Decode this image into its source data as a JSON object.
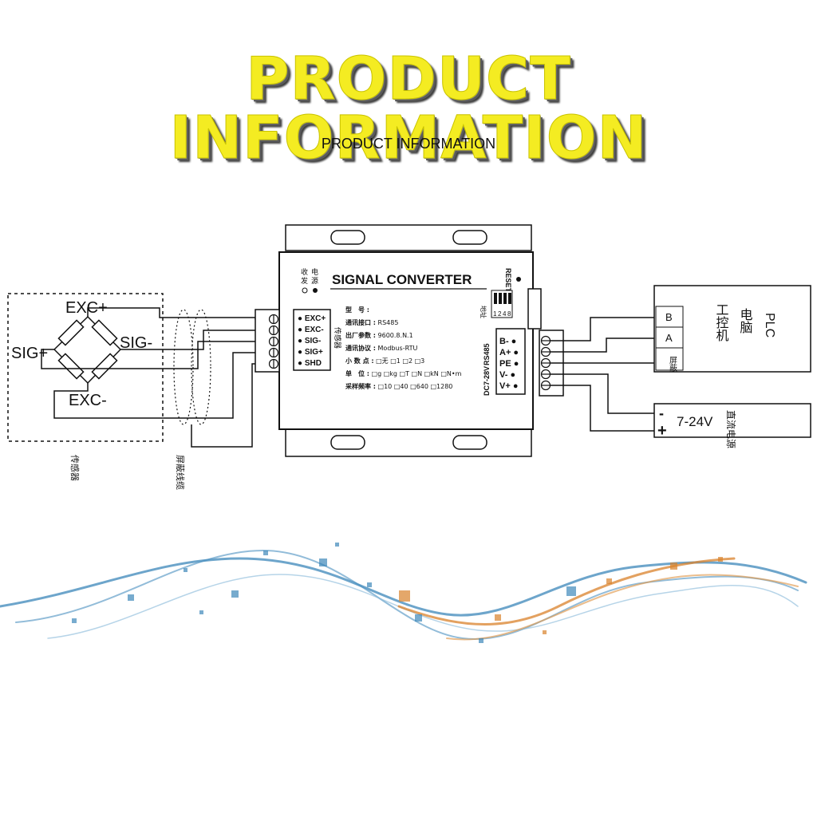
{
  "header": {
    "banner_title": "PRODUCT INFORMATION",
    "subtitle": "PRODUCT INFORMATION"
  },
  "sensor": {
    "exc_plus": "EXC+",
    "exc_minus": "EXC-",
    "sig_plus": "SIG+",
    "sig_minus": "SIG-",
    "caption": "传感器"
  },
  "cable": {
    "caption": "屏蔽线缆"
  },
  "converter": {
    "title": "SIGNAL CONVERTER",
    "indicator_rx": "收",
    "indicator_power": "电",
    "indicator_rx2": "发",
    "indicator_power2": "源",
    "reset": "RESET",
    "address": "地址",
    "dip_numbers": [
      "1",
      "2",
      "4",
      "8"
    ],
    "sensor_group": "传感器",
    "left_terminals": [
      "EXC+",
      "EXC-",
      "SIG-",
      "SIG+",
      "SHD"
    ],
    "right_terminals": [
      "B-",
      "A+",
      "PE",
      "V-",
      "V+"
    ],
    "rs485_side": "RS485",
    "power_side": "DC7-28V",
    "specs": [
      {
        "label": "型　号 :",
        "value": ""
      },
      {
        "label": "通讯接口 :",
        "value": "RS485"
      },
      {
        "label": "出厂参数 :",
        "value": "9600.8.N.1"
      },
      {
        "label": "通讯协议 :",
        "value": "Modbus-RTU"
      },
      {
        "label": "小 数 点 :",
        "value": "□无 □1 □2 □3"
      },
      {
        "label": "单　位 :",
        "value": "□g □kg □T □N □kN □N•m"
      },
      {
        "label": "采样频率 :",
        "value": "□10 □40 □640 □1280"
      }
    ]
  },
  "plc": {
    "title_line1": "PLC",
    "title_line2": "电脑",
    "title_line3": "工控机",
    "terminal_b": "B",
    "terminal_a": "A",
    "terminal_shield": "屏蔽"
  },
  "power_supply": {
    "minus": "-",
    "plus": "+",
    "label": "7-24V",
    "desc": "直流电源"
  },
  "colors": {
    "banner_yellow": "#f4ec22",
    "wave_blue": "#2f7fb5",
    "wave_orange": "#d9822b"
  }
}
